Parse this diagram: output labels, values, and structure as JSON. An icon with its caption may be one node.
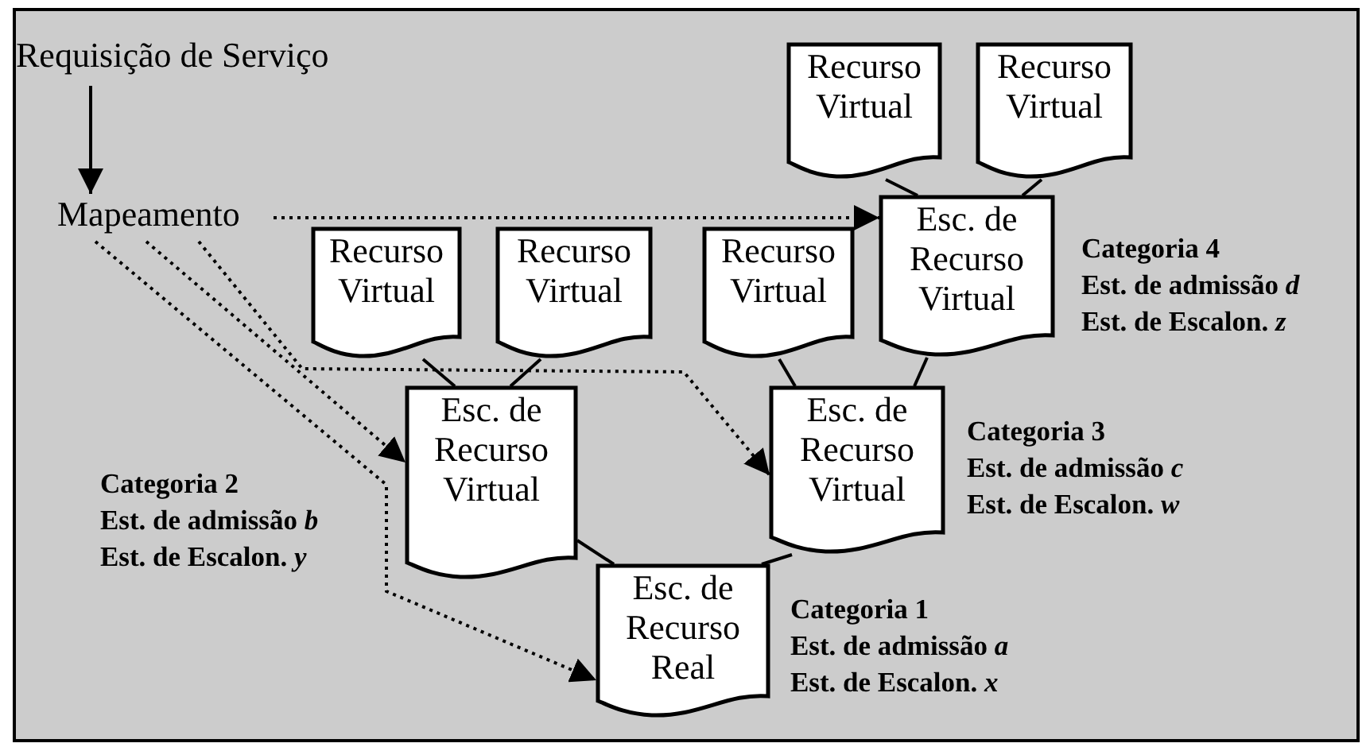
{
  "diagram": {
    "nodes": [
      {
        "text": [
          "Requisição de Serviço"
        ]
      },
      {
        "text": [
          "Recurso Virtual"
        ]
      },
      {
        "text": [
          "Recurso Virtual"
        ]
      },
      {
        "text": [
          "Mapeamento"
        ]
      },
      {
        "text": [
          "Esc. de Recurso Virtual"
        ],
        "beside": [
          "Categoria 4",
          "Est. de admissão *d*",
          "Est. de Escalon. *z*"
        ]
      },
      {
        "text": [
          "Recurso Virtual"
        ]
      },
      {
        "text": [
          "Recurso Virtual"
        ]
      },
      {
        "text": [
          "Recurso Virtual"
        ]
      },
      {
        "text": [
          "Esc. de Recurso Virtual"
        ],
        "beside": [
          "Categoria 2",
          "Est. de admissão *b*",
          "Est. de Escalon. *y*"
        ]
      },
      {
        "text": [
          "Esc. de Recurso Virtual"
        ],
        "beside": [
          "Categoria 3",
          "Est. de admissão *c*",
          "Est. de Escalon. *w*"
        ]
      },
      {
        "text": [
          "Esc. de Recurso Real"
        ],
        "beside": [
          "Categoria 1",
          "Est. de admissão *a*",
          "Est. de Escalon. *x*"
        ]
      }
    ],
    "edges": [
      {
        "from": 0,
        "to": 3,
        "arrow": "to"
      },
      {
        "from": 3,
        "to": 4,
        "arrow": "to",
        "style": "dashed"
      },
      {
        "from": 3,
        "to": 8,
        "arrow": "to",
        "style": "dashed"
      },
      {
        "from": 3,
        "to": 9,
        "arrow": "to",
        "style": "dashed"
      },
      {
        "from": 3,
        "to": 10,
        "arrow": "to",
        "style": "dashed"
      },
      {
        "from": 1,
        "to": 4,
        "arrow": "none"
      },
      {
        "from": 2,
        "to": 4,
        "arrow": "none"
      },
      {
        "from": 5,
        "to": 8,
        "arrow": "none"
      },
      {
        "from": 6,
        "to": 8,
        "arrow": "none"
      },
      {
        "from": 7,
        "to": 9,
        "arrow": "none"
      },
      {
        "from": 4,
        "to": 9,
        "arrow": "none"
      },
      {
        "from": 8,
        "to": 10,
        "arrow": "none"
      },
      {
        "from": 9,
        "to": 10,
        "arrow": "none"
      }
    ]
  }
}
